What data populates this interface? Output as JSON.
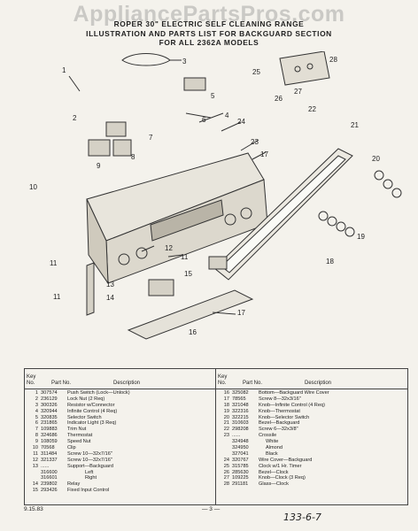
{
  "watermark": "AppliancePartsPros.com",
  "header": {
    "line1": "ROPER 30\" ELECTRIC SELF CLEANING RANGE",
    "line2": "ILLUSTRATION AND PARTS LIST FOR BACKGUARD SECTION",
    "line3": "FOR ALL 2362A MODELS"
  },
  "callouts": [
    "1",
    "2",
    "3",
    "4",
    "5",
    "6",
    "7",
    "8",
    "9",
    "10",
    "11",
    "11",
    "11",
    "12",
    "13",
    "14",
    "15",
    "16",
    "17",
    "17",
    "18",
    "19",
    "20",
    "21",
    "22",
    "23",
    "24",
    "25",
    "26",
    "27",
    "28"
  ],
  "table": {
    "headers": {
      "key": "Key No.",
      "part": "Part No.",
      "desc": "Description"
    },
    "left_rows": [
      {
        "key": "1",
        "part": "307574",
        "desc": "Push Switch (Lock—Unlock)",
        "indent": 0
      },
      {
        "key": "2",
        "part": "236129",
        "desc": "Lock Nut (2 Req)",
        "indent": 0
      },
      {
        "key": "3",
        "part": "300326",
        "desc": "Resistor w/Connector",
        "indent": 0
      },
      {
        "key": "4",
        "part": "320944",
        "desc": "Infinite Control (4 Req)",
        "indent": 0
      },
      {
        "key": "5",
        "part": "320835",
        "desc": "Selector Switch",
        "indent": 0
      },
      {
        "key": "6",
        "part": "231865",
        "desc": "Indicator Light (3 Req)",
        "indent": 0
      },
      {
        "key": "7",
        "part": "109883",
        "desc": "Trim Nut",
        "indent": 0
      },
      {
        "key": "8",
        "part": "324686",
        "desc": "Thermostat",
        "indent": 0
      },
      {
        "key": "9",
        "part": "108059",
        "desc": "Speed Nut",
        "indent": 0
      },
      {
        "key": "10",
        "part": "70568",
        "desc": "Clip",
        "indent": 0
      },
      {
        "key": "11",
        "part": "311484",
        "desc": "Screw 10—32x7/16\"",
        "indent": 0
      },
      {
        "key": "12",
        "part": "321337",
        "desc": "Screw 10—32x7/16\"",
        "indent": 0
      },
      {
        "key": "13",
        "part": "......",
        "desc": "Support—Backguard",
        "indent": 0
      },
      {
        "key": "",
        "part": "316600",
        "desc": "Left",
        "indent": 2
      },
      {
        "key": "",
        "part": "316601",
        "desc": "Right",
        "indent": 2
      },
      {
        "key": "14",
        "part": "239802",
        "desc": "Relay",
        "indent": 0
      },
      {
        "key": "15",
        "part": "293426",
        "desc": "Fixed Input Control",
        "indent": 0
      }
    ],
    "right_rows": [
      {
        "key": "16",
        "part": "325082",
        "desc": "Bottom—Backguard Wire Cover",
        "indent": 0
      },
      {
        "key": "17",
        "part": "78565",
        "desc": "Screw 8—32x3/16\"",
        "indent": 0
      },
      {
        "key": "18",
        "part": "321048",
        "desc": "Knob—Infinite Control (4 Req)",
        "indent": 0
      },
      {
        "key": "19",
        "part": "322316",
        "desc": "Knob—Thermostat",
        "indent": 0
      },
      {
        "key": "20",
        "part": "322215",
        "desc": "Knob—Selector Switch",
        "indent": 0
      },
      {
        "key": "21",
        "part": "310603",
        "desc": "Bezel—Backguard",
        "indent": 0
      },
      {
        "key": "22",
        "part": "298208",
        "desc": "Screw 6—32x3/8\"",
        "indent": 0
      },
      {
        "key": "23",
        "part": "......",
        "desc": "Crossile",
        "indent": 0
      },
      {
        "key": "",
        "part": "324948",
        "desc": "White",
        "indent": 1
      },
      {
        "key": "",
        "part": "324950",
        "desc": "Almond",
        "indent": 1
      },
      {
        "key": "",
        "part": "327041",
        "desc": "Black",
        "indent": 1
      },
      {
        "key": "24",
        "part": "320767",
        "desc": "Wire Cover—Backguard",
        "indent": 0
      },
      {
        "key": "25",
        "part": "315785",
        "desc": "Clock w/1 Hr. Timer",
        "indent": 0
      },
      {
        "key": "26",
        "part": "285630",
        "desc": "Bezel—Clock",
        "indent": 0
      },
      {
        "key": "27",
        "part": "109225",
        "desc": "Knob—Clock (3 Req)",
        "indent": 0
      },
      {
        "key": "28",
        "part": "291181",
        "desc": "Glass—Clock",
        "indent": 0
      }
    ]
  },
  "footer": {
    "date": "9.15.83",
    "page": "— 3 —",
    "handwritten": "133-6-7"
  }
}
